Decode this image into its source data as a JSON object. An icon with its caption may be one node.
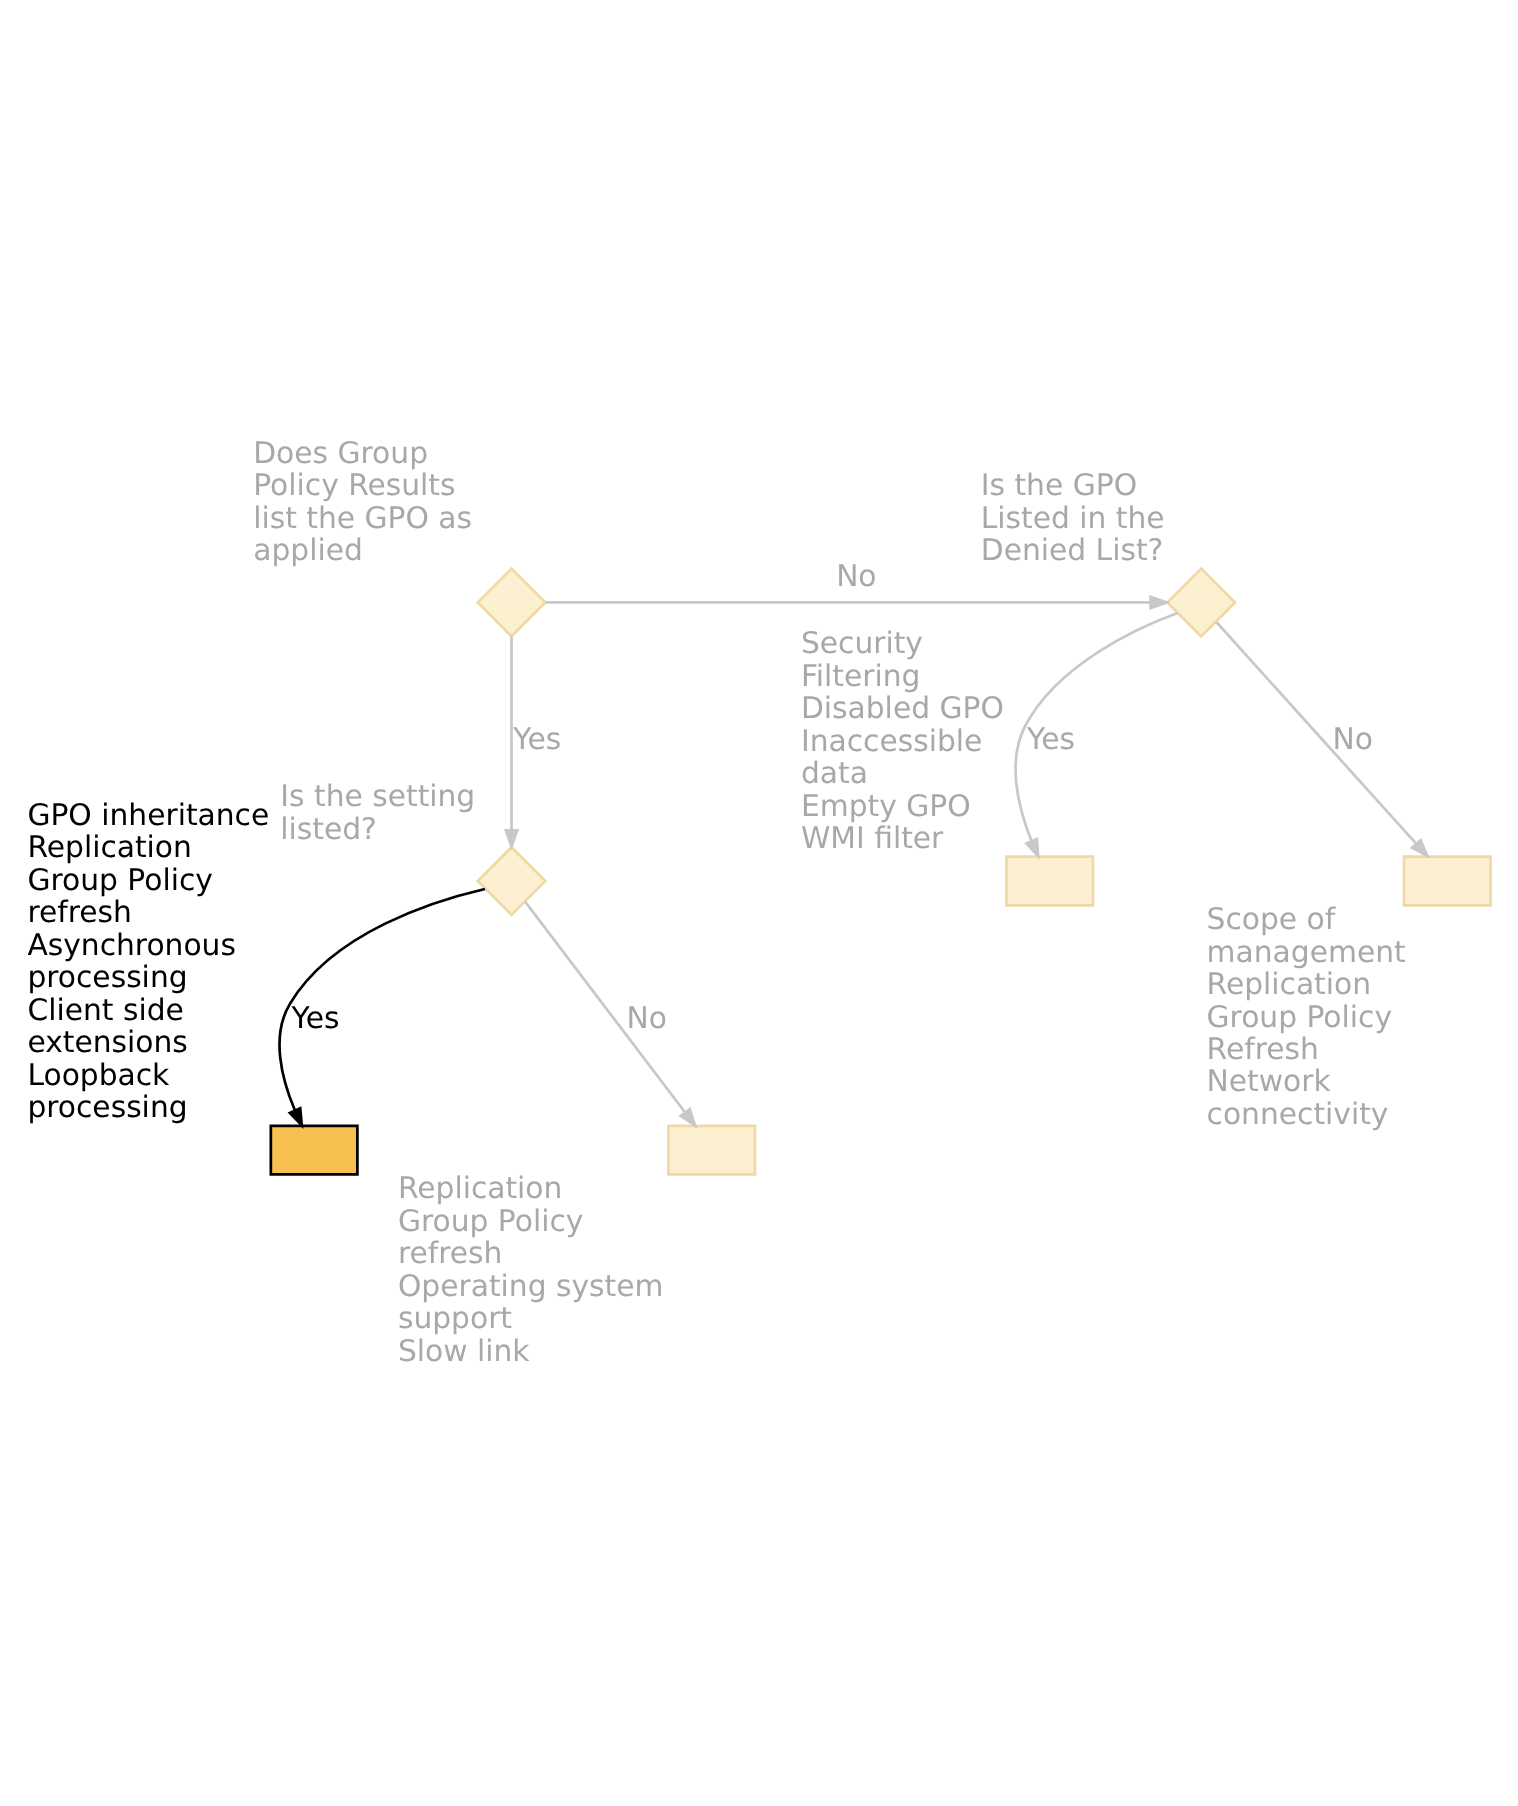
{
  "diagram": {
    "nodes": [
      {
        "text": [],
        "shape": "diamond",
        "beside": [
          "Does Group Policy Results list the GPO as applied"
        ]
      },
      {
        "text": [],
        "shape": "diamond",
        "beside": [
          "Is the GPO Listed in the Denied List?"
        ]
      },
      {
        "text": [],
        "shape": "box",
        "beside": [
          "Security Filtering",
          "Disabled GPO",
          "Inaccessible data",
          "Empty GPO",
          "WMI filter"
        ]
      },
      {
        "text": [],
        "shape": "box",
        "beside": [
          "Scope of management",
          "Replication",
          "Group Policy Refresh",
          "Network connectivity"
        ]
      },
      {
        "text": [],
        "shape": "diamond",
        "beside": [
          "Is the setting listed?"
        ]
      },
      {
        "text": [],
        "shape": "box",
        "beside": [
          "GPO inheritance",
          "Replication",
          "Group Policy refresh",
          "Asynchronous processing",
          "Client side extensions",
          "Loopback processing"
        ]
      },
      {
        "text": [],
        "shape": "box",
        "beside": [
          "Replication",
          "Group Policy refresh",
          "Operating system support",
          "Slow link"
        ]
      }
    ],
    "edges": [
      {
        "from": 0,
        "to": 1,
        "arrow": "to",
        "label": "No"
      },
      {
        "from": 1,
        "to": 2,
        "arrow": "to",
        "label": "Yes"
      },
      {
        "from": 1,
        "to": 3,
        "arrow": "to",
        "label": "No"
      },
      {
        "from": 0,
        "to": 4,
        "arrow": "to",
        "label": "Yes"
      },
      {
        "from": 4,
        "to": 5,
        "arrow": "to",
        "label": "Yes",
        "color": "#000000"
      },
      {
        "from": 4,
        "to": 6,
        "arrow": "to",
        "label": "No"
      }
    ]
  }
}
